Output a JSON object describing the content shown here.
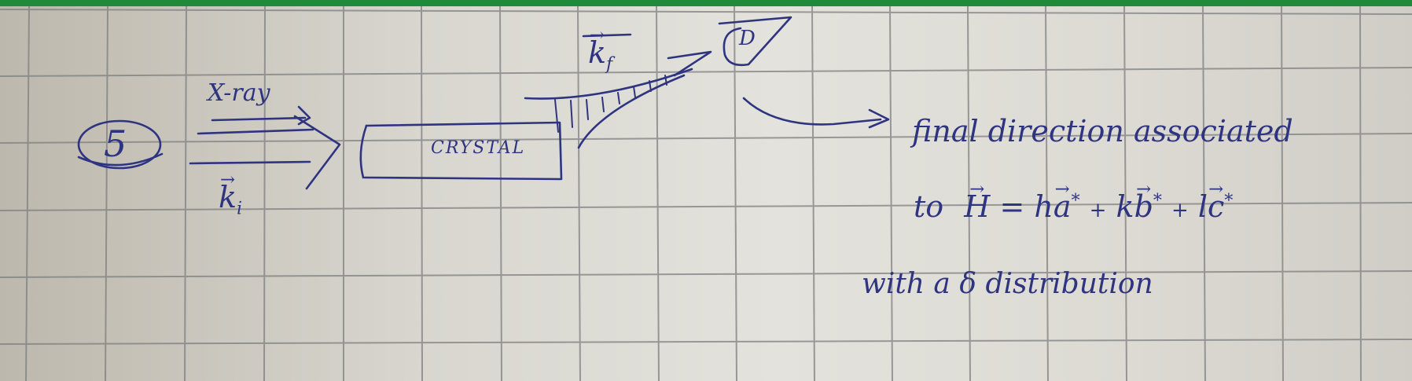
{
  "notebook": {
    "paper_color": "#e3e2dc",
    "grid_color": "#7d7f80",
    "ink_color": "#2e3480",
    "cover_color": "#1f8a3a"
  },
  "sketch": {
    "item_number": "5",
    "beam_label": "X-ray",
    "incident_wavevector": "k",
    "incident_subscript": "i",
    "crystal_label": "CRYSTAL",
    "final_wavevector": "k",
    "final_subscript": "f",
    "detector_label": "D"
  },
  "note": {
    "line1": "final direction associated",
    "line2_prefix": "to",
    "line2_H": "H",
    "line2_eq": "=",
    "line2_h": "h",
    "line2_a": "a",
    "line2_k": "k",
    "line2_b": "b",
    "line2_l": "l",
    "line2_c": "c",
    "star": "*",
    "plus": "+",
    "line3": "with a δ distribution"
  }
}
